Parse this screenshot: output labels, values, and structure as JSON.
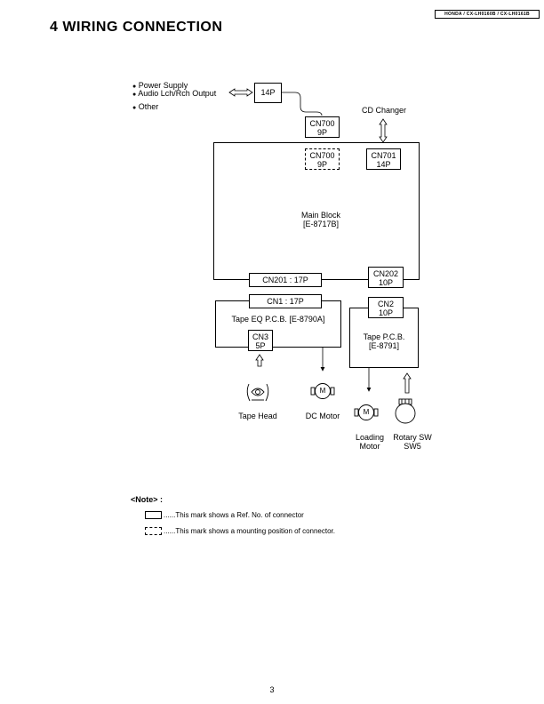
{
  "header": {
    "model_tag": "HONDA / CX-LH0160B / CX-LH0161B",
    "section_title": "4   WIRING CONNECTION"
  },
  "inputs": {
    "power_supply": "Power Supply",
    "audio_output": "Audio Lch/Rch Output",
    "other": "Other",
    "bullet": "●"
  },
  "connectors": {
    "external_14p": "14P",
    "cn700_top_name": "CN700",
    "cn700_top_pins": "9P",
    "cn700_mount_name": "CN700",
    "cn700_mount_pins": "9P",
    "cd_changer": "CD Changer",
    "cn701_name": "CN701",
    "cn701_pins": "14P",
    "cn201": "CN201 : 17P",
    "cn202_name": "CN202",
    "cn202_pins": "10P",
    "cn1": "CN1 : 17P",
    "cn2_name": "CN2",
    "cn2_pins": "10P",
    "cn3_name": "CN3",
    "cn3_pins": "5P"
  },
  "blocks": {
    "main_block_name": "Main Block",
    "main_block_ref": "[E-8717B]",
    "tape_eq": "Tape EQ P.C.B. [E-8790A]",
    "tape_pcb_name": "Tape P.C.B.",
    "tape_pcb_ref": "[E-8791]"
  },
  "components": {
    "tape_head": "Tape Head",
    "dc_motor": "DC Motor",
    "motor_symbol": "M",
    "loading_motor_line1": "Loading",
    "loading_motor_line2": "Motor",
    "rotary_sw_line1": "Rotary SW",
    "rotary_sw_line2": "SW5"
  },
  "note": {
    "heading": "<Note> :",
    "solid_mark": "......This mark shows a Ref. No. of connector",
    "dashed_mark": "......This mark shows a mounting position of connector."
  },
  "footer": {
    "page_number": "3"
  }
}
